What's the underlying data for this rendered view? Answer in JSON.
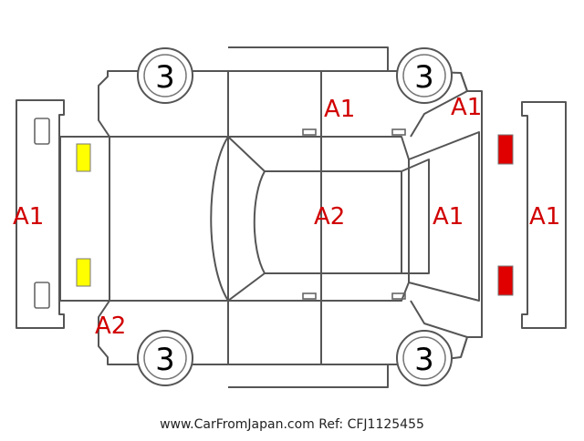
{
  "labels": {
    "front_bumper": "A1",
    "rear_bumper": "A1",
    "left_door": "A1",
    "left_rear_quarter": "A1",
    "roof": "A2",
    "rear_glass_area": "A1",
    "front_left_corner": "A2"
  },
  "wheels": {
    "front_left": "3",
    "rear_left": "3",
    "front_right": "3",
    "rear_right": "3"
  },
  "lamp_colors": {
    "headlamp": "#ffff00",
    "tail_lamp": "#e00000"
  },
  "footer": {
    "text": "www.CarFromJapan.com Ref: CFJ1125455"
  }
}
